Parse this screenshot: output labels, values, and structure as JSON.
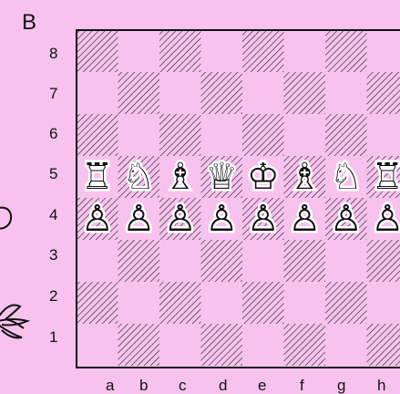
{
  "diagram_label": "B",
  "rank_labels": [
    "8",
    "7",
    "6",
    "5",
    "4",
    "3",
    "2",
    "1"
  ],
  "file_labels": [
    "a",
    "b",
    "c",
    "d",
    "e",
    "f",
    "g",
    "h"
  ],
  "colors": {
    "background": "#f7c3ee",
    "dark_square_hatch": "#2a2a2a",
    "border": "#111111",
    "piece_fill": "#ffffff",
    "piece_outline": "#111111"
  },
  "pieces": [
    {
      "square": "a5",
      "type": "rook",
      "color": "white",
      "glyph": "♖"
    },
    {
      "square": "b5",
      "type": "knight",
      "color": "white",
      "glyph": "♘"
    },
    {
      "square": "c5",
      "type": "bishop",
      "color": "white",
      "glyph": "♗"
    },
    {
      "square": "d5",
      "type": "queen",
      "color": "white",
      "glyph": "♕"
    },
    {
      "square": "e5",
      "type": "king",
      "color": "white",
      "glyph": "♔"
    },
    {
      "square": "f5",
      "type": "bishop",
      "color": "white",
      "glyph": "♗"
    },
    {
      "square": "g5",
      "type": "knight",
      "color": "white",
      "glyph": "♘"
    },
    {
      "square": "h5",
      "type": "rook",
      "color": "white",
      "glyph": "♖"
    },
    {
      "square": "a4",
      "type": "pawn",
      "color": "white",
      "glyph": "♙"
    },
    {
      "square": "b4",
      "type": "pawn",
      "color": "white",
      "glyph": "♙"
    },
    {
      "square": "c4",
      "type": "pawn",
      "color": "white",
      "glyph": "♙"
    },
    {
      "square": "d4",
      "type": "pawn",
      "color": "white",
      "glyph": "♙"
    },
    {
      "square": "e4",
      "type": "pawn",
      "color": "white",
      "glyph": "♙"
    },
    {
      "square": "f4",
      "type": "pawn",
      "color": "white",
      "glyph": "♙"
    },
    {
      "square": "g4",
      "type": "pawn",
      "color": "white",
      "glyph": "♙"
    },
    {
      "square": "h4",
      "type": "pawn",
      "color": "white",
      "glyph": "♙"
    }
  ],
  "decorations": [
    {
      "name": "scribble-left-icon"
    },
    {
      "name": "flower-doodle-icon"
    }
  ]
}
